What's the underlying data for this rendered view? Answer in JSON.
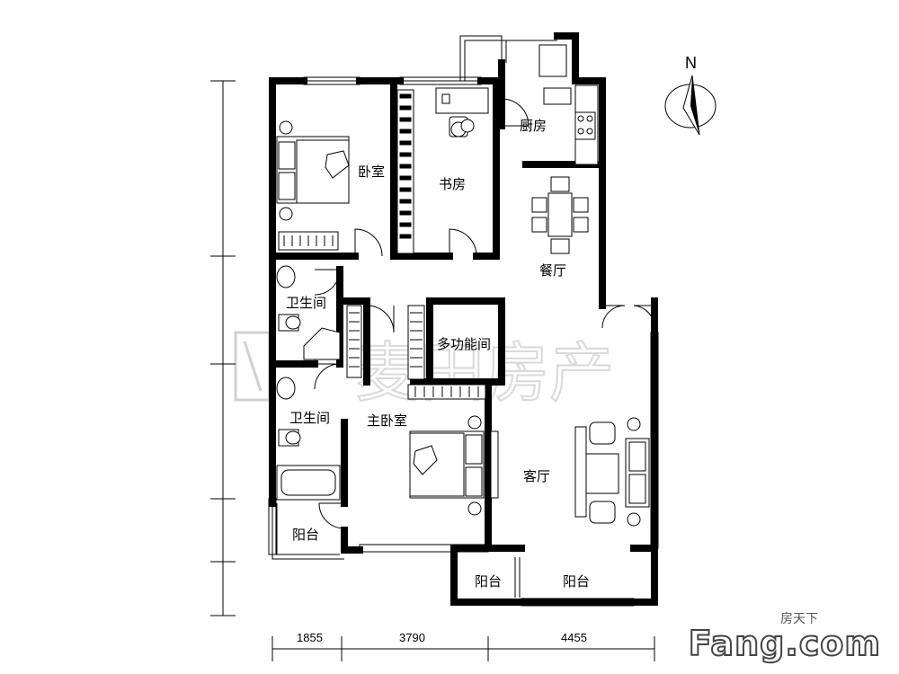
{
  "rooms": {
    "bedroom": "卧室",
    "study": "书房",
    "kitchen": "厨房",
    "dining": "餐厅",
    "bath1": "卫生间",
    "bath2": "卫生间",
    "multi": "多功能间",
    "master": "主卧室",
    "living": "客厅",
    "balcony_left": "阳台",
    "balcony_mid": "阳台",
    "balcony_right": "阳台"
  },
  "dimensions": [
    "1855",
    "3790",
    "4455"
  ],
  "compass": {
    "label": "N"
  },
  "watermark": {
    "text": "麦田房产"
  },
  "logo": {
    "top": "房天下",
    "main": "Fang.com"
  }
}
